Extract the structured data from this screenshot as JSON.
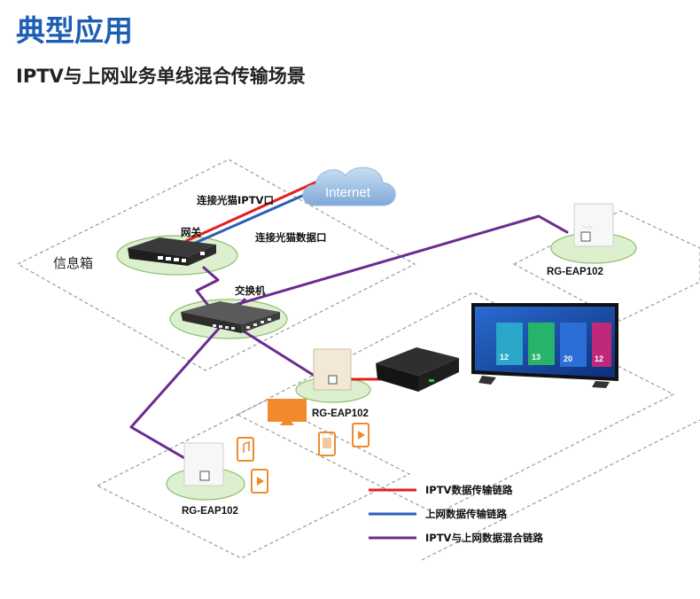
{
  "heading": {
    "title": "典型应用",
    "subtitle": "IPTV与上网业务单线混合传输场景"
  },
  "labels": {
    "internet": "Internet",
    "iptv_port": "连接光猫IPTV口",
    "data_port": "连接光猫数据口",
    "gateway": "网关",
    "switch": "交换机",
    "info_box": "信息箱"
  },
  "devices": {
    "ap_top_right": "RG-EAP102",
    "ap_center": "RG-EAP102",
    "ap_bottom_left": "RG-EAP102"
  },
  "tv": {
    "tile_numbers": [
      "12",
      "13",
      "20",
      "12"
    ]
  },
  "legend": [
    {
      "label": "IPTV数据传输链路",
      "color": "#e02020"
    },
    {
      "label": "上网数据传输链路",
      "color": "#2a5fb5"
    },
    {
      "label": "IPTV与上网数据混合链路",
      "color": "#6a2c91"
    }
  ],
  "colors": {
    "title": "#1d5fb3",
    "iptv_link": "#e02020",
    "internet_link": "#2a5fb5",
    "mixed_link": "#6a2c91",
    "zone_fill": "#dcefcf",
    "zone_border": "#8dbf6b"
  }
}
